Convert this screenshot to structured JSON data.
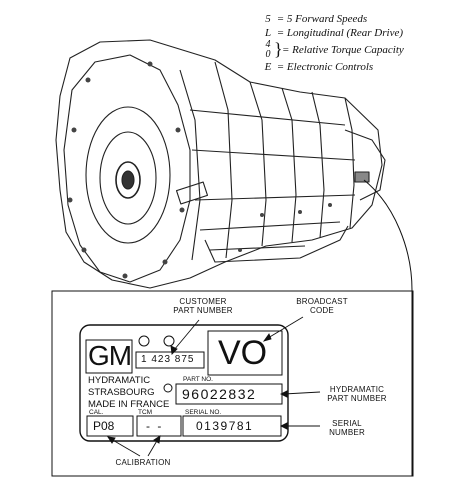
{
  "legend": {
    "rows": [
      {
        "key": "5",
        "desc": "= 5 Forward Speeds"
      },
      {
        "key": "L",
        "desc": "= Longitudinal (Rear Drive)"
      },
      {
        "key_a": "4",
        "key_b": "0",
        "desc": "= Relative Torque Capacity"
      },
      {
        "key": "E",
        "desc": "= Electronic Controls"
      }
    ]
  },
  "callouts": {
    "customer_part_number": [
      "CUSTOMER",
      "PART NUMBER"
    ],
    "broadcast_code": [
      "BROADCAST",
      "CODE"
    ],
    "hydramatic_part_number": [
      "HYDRAMATIC",
      "PART NUMBER"
    ],
    "serial_number": [
      "SERIAL",
      "NUMBER"
    ],
    "calibration": "CALIBRATION"
  },
  "plate": {
    "logo": "GM",
    "customer_part_no": "1 423 875",
    "broadcast_code": "VO",
    "line1": "HYDRAMATIC",
    "part_no_label": "PART NO.",
    "line2": "STRASBOURG",
    "hydramatic_part_no": "96022832",
    "line3": "MADE IN FRANCE",
    "cal_label": "CAL.",
    "tcm_label": "TCM",
    "serial_label": "SERIAL NO.",
    "cal_value": "P08",
    "tcm_value": "- -",
    "serial_value": "0139781"
  }
}
